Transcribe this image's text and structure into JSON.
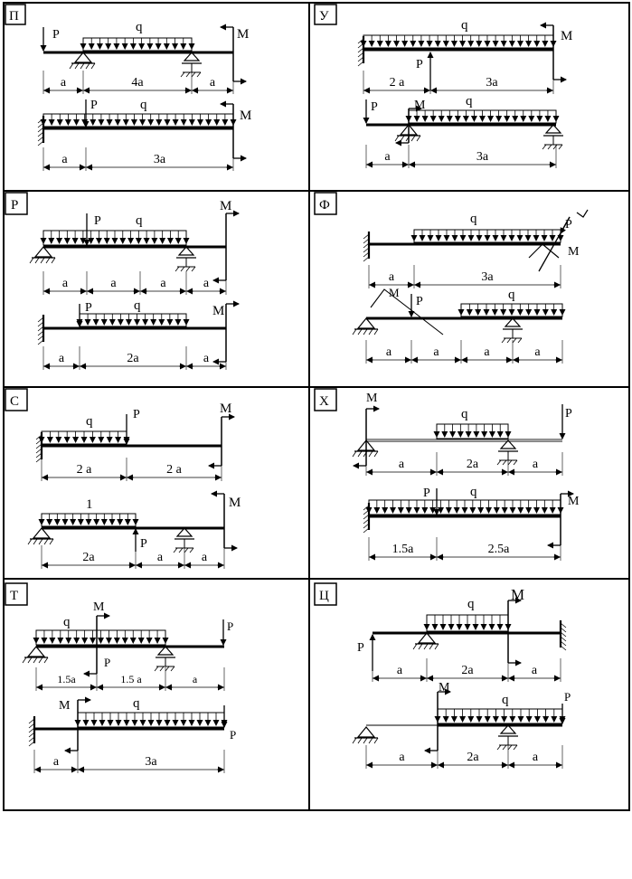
{
  "panels": [
    {
      "label": "П"
    },
    {
      "label": "У"
    },
    {
      "label": "Р"
    },
    {
      "label": "Ф"
    },
    {
      "label": "С"
    },
    {
      "label": "Х"
    },
    {
      "label": "Т"
    },
    {
      "label": "Ц"
    }
  ],
  "symbols": {
    "P": "P",
    "q": "q",
    "M": "M"
  },
  "P": {
    "b1": {
      "dims": [
        "a",
        "4a",
        "a"
      ]
    },
    "b2": {
      "dims": [
        "a",
        "3a"
      ]
    }
  },
  "U": {
    "b1": {
      "dims": [
        "2 a",
        "3a"
      ]
    },
    "b2": {
      "dims": [
        "a",
        "3a"
      ]
    }
  },
  "R": {
    "b1": {
      "dims": [
        "a",
        "a",
        "a",
        "a"
      ]
    },
    "b2": {
      "dims": [
        "a",
        "2a",
        "a"
      ]
    }
  },
  "F": {
    "b1": {
      "dims": [
        "a",
        "3a"
      ]
    },
    "b2": {
      "dims": [
        "a",
        "a",
        "a",
        "a"
      ]
    }
  },
  "S": {
    "b1": {
      "dims": [
        "2 a",
        "2 a"
      ]
    },
    "b2": {
      "q_label": "1",
      "dims": [
        "2a",
        "a",
        "a"
      ]
    }
  },
  "H": {
    "b1": {
      "dims": [
        "a",
        "2a",
        "a"
      ]
    },
    "b2": {
      "dims": [
        "1.5a",
        "2.5a"
      ]
    }
  },
  "T": {
    "b1": {
      "dims": [
        "1.5a",
        "1.5 a",
        "a"
      ]
    },
    "b2": {
      "dims": [
        "a",
        "3a"
      ]
    }
  },
  "C": {
    "b1": {
      "dims": [
        "a",
        "2a",
        "a"
      ]
    },
    "b2": {
      "dims": [
        "a",
        "2a",
        "a"
      ]
    }
  }
}
